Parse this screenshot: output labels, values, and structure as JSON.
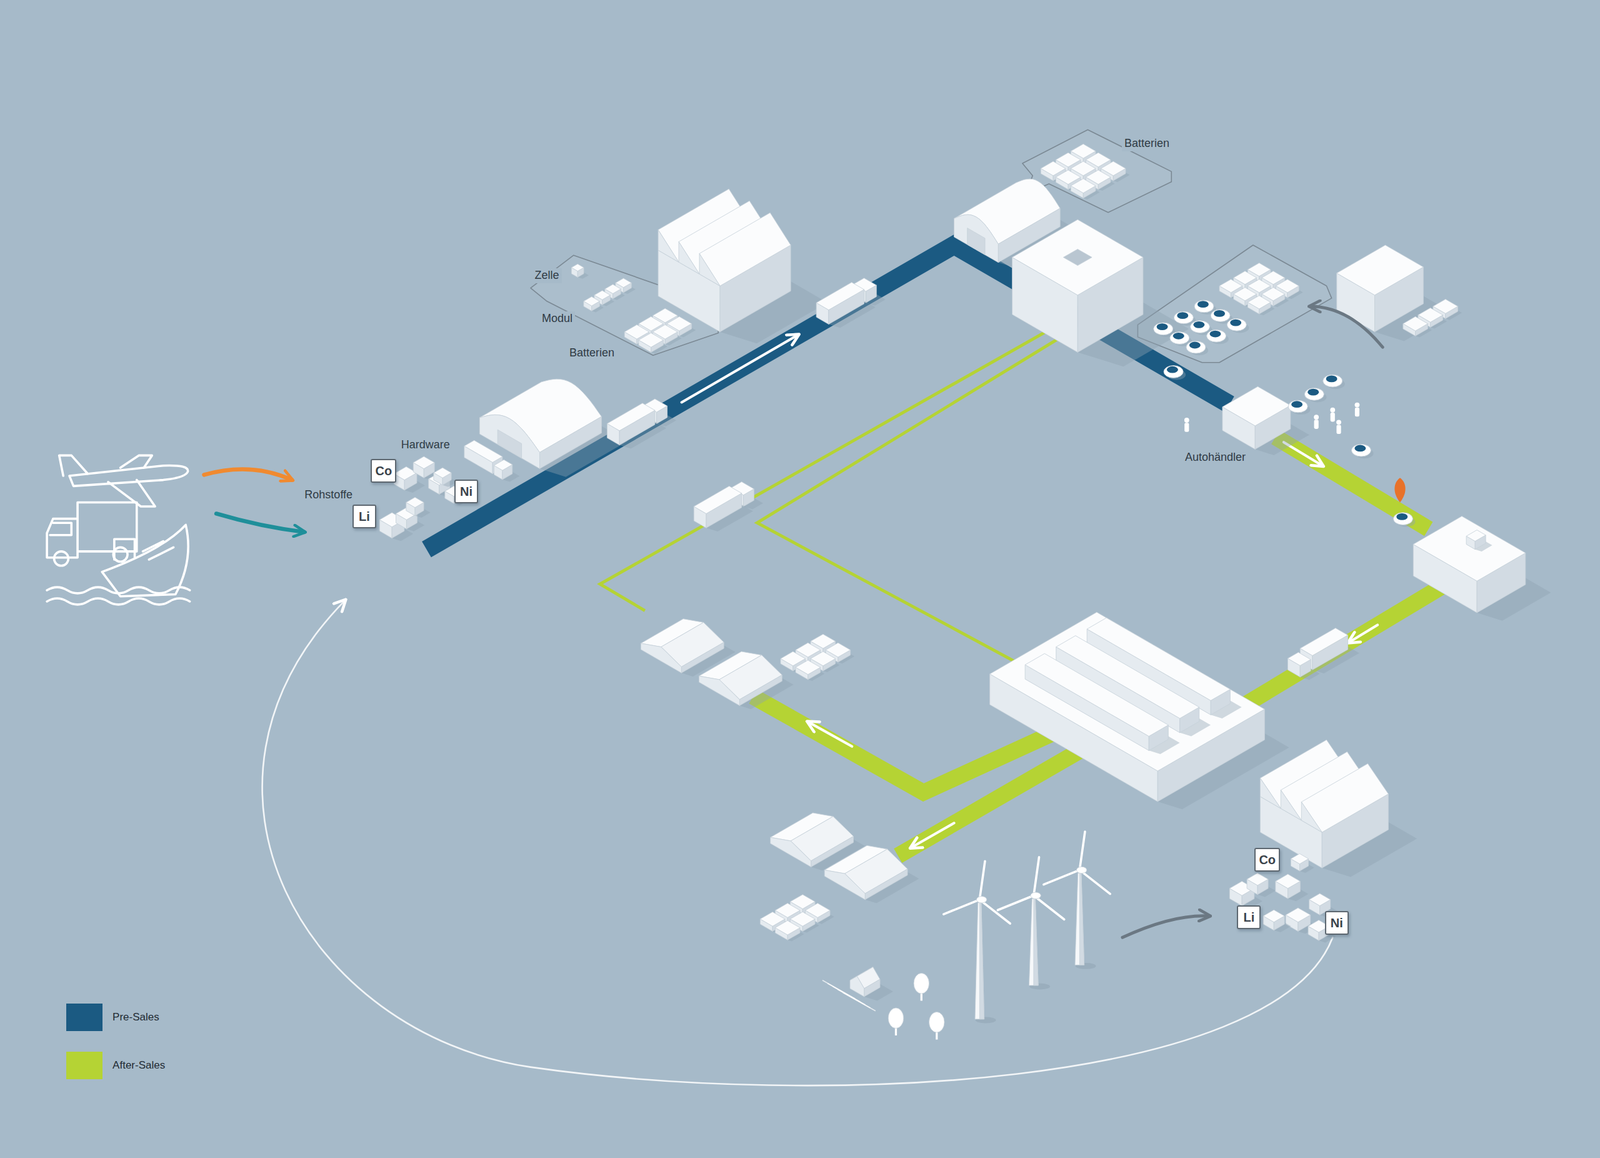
{
  "diagram": {
    "nodes": [
      {
        "text": [
          "Co"
        ]
      },
      {
        "text": [
          "Ni"
        ]
      },
      {
        "text": [
          "Li"
        ]
      },
      {
        "text": [
          "Co"
        ]
      },
      {
        "text": [
          "Li"
        ]
      },
      {
        "text": [
          "Ni"
        ]
      }
    ],
    "labels": [
      "Batterien",
      "Zelle",
      "Modul",
      "Batterien",
      "Hardware",
      "Autohändler",
      "Rohstoffe"
    ],
    "legend": [
      {
        "text": "Pre-Sales",
        "color": "#1b5a82"
      },
      {
        "text": "After-Sales",
        "color": "#b5d334"
      }
    ]
  }
}
